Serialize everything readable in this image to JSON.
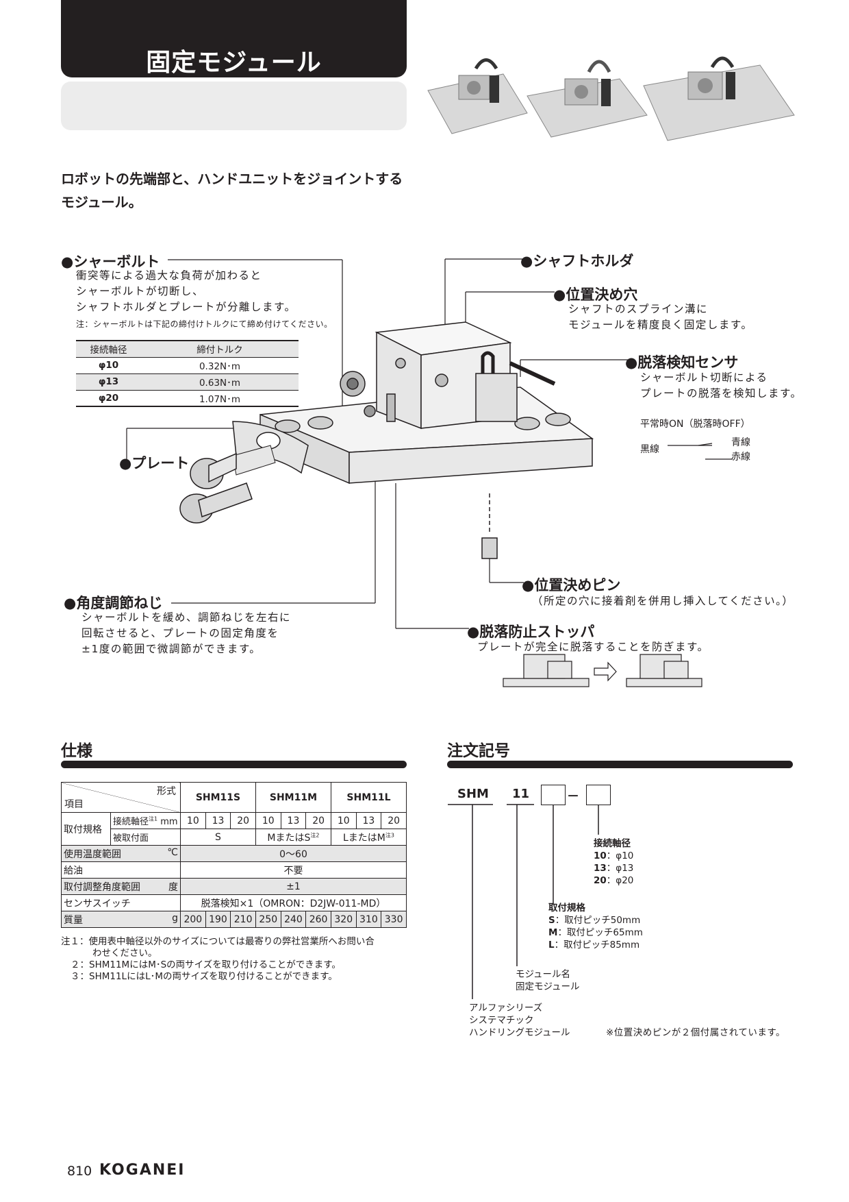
{
  "header": {
    "title": "固定モジュール"
  },
  "intro": [
    "ロボットの先端部と、ハンドユニットをジョイントする",
    "モジュール。"
  ],
  "callouts": {
    "shear_bolt": {
      "label": "●シャーボルト",
      "desc": [
        "衝突等による過大な負荷が加わると",
        "シャーボルトが切断し、",
        "シャフトホルダとプレートが分離します。"
      ],
      "note": "注：シャーボルトは下記の締付けトルクにて締め付けてください。"
    },
    "shaft_holder": {
      "label": "●シャフトホルダ"
    },
    "positioning_hole": {
      "label": "●位置決め穴",
      "desc": [
        "シャフトのスプライン溝に",
        "モジュールを精度良く固定します。"
      ]
    },
    "drop_sensor": {
      "label": "●脱落検知センサ",
      "desc": [
        "シャーボルト切断による",
        "プレートの脱落を検知します。"
      ],
      "state": "平常時ON（脱落時OFF）",
      "wire_black": "黒線",
      "wire_blue": "青線",
      "wire_red": "赤線"
    },
    "plate": {
      "label": "●プレート"
    },
    "positioning_pin": {
      "label": "●位置決めピン",
      "desc": "（所定の穴に接着剤を併用し挿入してください。）"
    },
    "angle_screw": {
      "label": "●角度調節ねじ",
      "desc": [
        "シャーボルトを緩め、調節ねじを左右に",
        "回転させると、プレートの固定角度を",
        "±1度の範囲で微調節ができます。"
      ]
    },
    "stopper": {
      "label": "●脱落防止ストッパ",
      "desc": "プレートが完全に脱落することを防ぎます。"
    }
  },
  "torque_table": {
    "headers": [
      "接続軸径",
      "締付トルク"
    ],
    "rows": [
      [
        "φ10",
        "0.32N･m"
      ],
      [
        "φ13",
        "0.63N･m"
      ],
      [
        "φ20",
        "1.07N･m"
      ]
    ]
  },
  "spec": {
    "title": "仕様",
    "corner_top": "形式",
    "corner_bottom": "項目",
    "models": [
      "SHM11S",
      "SHM11M",
      "SHM11L"
    ],
    "mount_label": "取付規格",
    "shaft_label": "接続軸径",
    "shaft_note": "注1",
    "shaft_unit": "mm",
    "shaft_values": [
      "10",
      "13",
      "20",
      "10",
      "13",
      "20",
      "10",
      "13",
      "20"
    ],
    "surface_label": "被取付面",
    "surface_values": [
      "S",
      "MまたはS",
      "LまたはM"
    ],
    "surface_notes": [
      "",
      "注2",
      "注3"
    ],
    "rows": [
      {
        "label": "使用温度範囲",
        "unit": "℃",
        "value": "0～60"
      },
      {
        "label": "給油",
        "unit": "",
        "value": "不要"
      },
      {
        "label": "取付調整角度範囲",
        "unit": "度",
        "value": "±1"
      },
      {
        "label": "センサスイッチ",
        "unit": "",
        "value": "脱落検知×1（OMRON：D2JW-011-MD）"
      }
    ],
    "mass_label": "質量",
    "mass_unit": "g",
    "mass_values": [
      "200",
      "190",
      "210",
      "250",
      "240",
      "260",
      "320",
      "310",
      "330"
    ],
    "notes": [
      "注１：使用表中軸径以外のサイズについては最寄りの弊社営業所へお問い合",
      "わせください。",
      "２：SHM11MにはM･Sの両サイズを取り付けることができます。",
      "３：SHM11LにはL･Mの両サイズを取り付けることができます。"
    ]
  },
  "order": {
    "title": "注文記号",
    "prefix": "SHM",
    "model": "11",
    "dash": "－",
    "shaft_title": "接続軸径",
    "shaft_items": [
      [
        "10",
        "：φ10"
      ],
      [
        "13",
        "：φ13"
      ],
      [
        "20",
        "：φ20"
      ]
    ],
    "mount_title": "取付規格",
    "mount_items": [
      [
        "S",
        "：取付ピッチ50mm"
      ],
      [
        "M",
        "：取付ピッチ65mm"
      ],
      [
        "L",
        "：取付ピッチ85mm"
      ]
    ],
    "module_title": "モジュール名",
    "module_name": "固定モジュール",
    "series": [
      "アルファシリーズ",
      "システマチック",
      "ハンドリングモジュール"
    ],
    "note": "※位置決めピンが２個付属されています。"
  },
  "footer": {
    "page": "810",
    "brand": "KOGANEI"
  },
  "colors": {
    "dark": "#231f20",
    "shade": "#e6e6e6"
  }
}
